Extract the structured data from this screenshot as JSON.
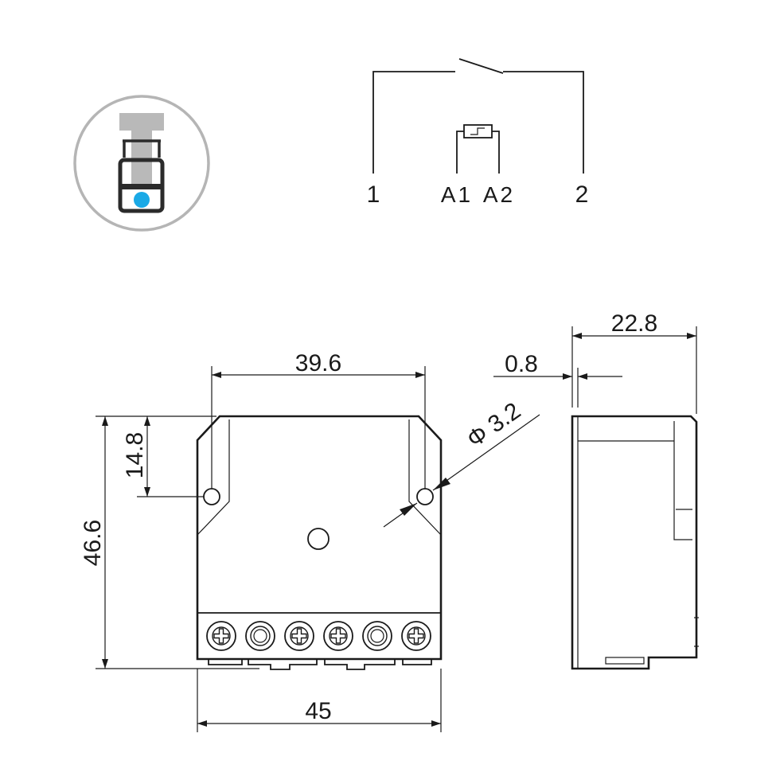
{
  "wiring": {
    "terminal_1": "1",
    "terminal_a1": "A1",
    "terminal_a2": "A2",
    "terminal_2": "2"
  },
  "dimensions": {
    "top_width": "39.6",
    "bottom_width": "45",
    "height": "46.6",
    "hole_offset": "14.8",
    "hole_diameter": "Φ 3.2",
    "depth": "22.8",
    "flange": "0.8"
  },
  "icon": {
    "name": "screw-terminal-icon",
    "accent_color": "#1aa9e6",
    "ring_color": "#b5b5b5",
    "screw_color": "#b9b9b9"
  },
  "terminal_block": {
    "types": [
      "screw",
      "hole",
      "screw",
      "screw",
      "hole",
      "screw"
    ]
  }
}
